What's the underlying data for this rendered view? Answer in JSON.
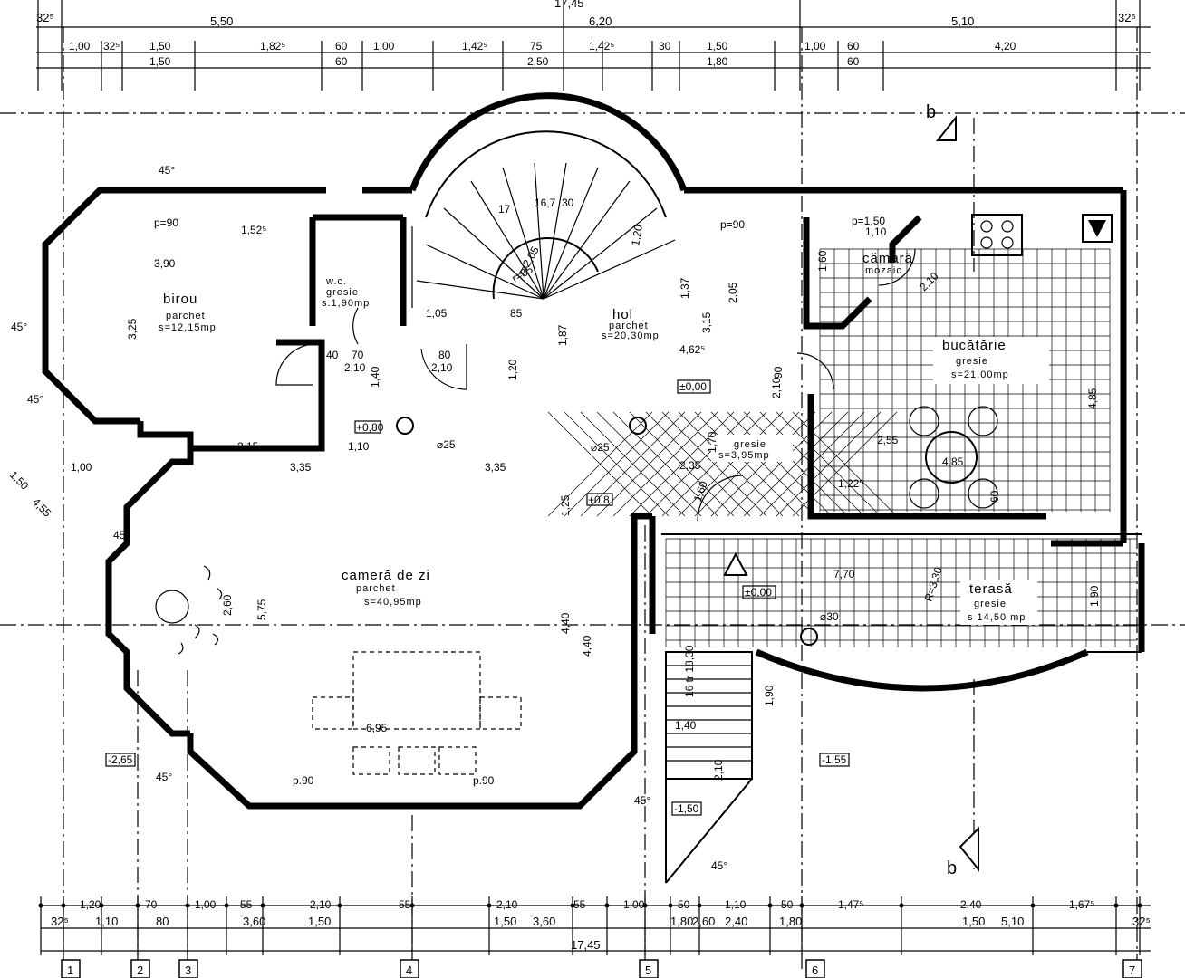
{
  "overall": {
    "top_total": "17,45",
    "bottom_total": "17,45"
  },
  "top_dims_row1": [
    "32⁵",
    "5,50",
    "6,20",
    "5,10",
    "32⁵"
  ],
  "top_dims_row2": [
    "1,00",
    "32⁵",
    "1,50",
    "1,82⁵",
    "60",
    "1,00",
    "1,42⁵",
    "75",
    "1,42⁵",
    "30",
    "1,50",
    "1,00",
    "60",
    "4,20"
  ],
  "top_dims_row3": [
    "1,50",
    "60",
    "2,50",
    "1,80",
    "60"
  ],
  "bottom_dims_row1": [
    "1,20",
    "70",
    "1,00",
    "55",
    "2,10",
    "55",
    "2,10",
    "55",
    "1,00",
    "50",
    "1,10",
    "50",
    "1,47⁵",
    "2,40",
    "1,67⁵"
  ],
  "bottom_dims_row2": [
    "32⁵",
    "1,10",
    "80",
    "3,60",
    "1,50",
    "1,50",
    "3,60",
    "1,80",
    "2,60",
    "2,40",
    "1,80",
    "1,50",
    "5,10",
    "32⁵"
  ],
  "axes": [
    "1",
    "2",
    "3",
    "4",
    "5",
    "6",
    "7"
  ],
  "section_marks": [
    "b",
    "b"
  ],
  "rooms": {
    "birou": {
      "name": "birou",
      "floor": "parchet",
      "area": "s=12,15mp"
    },
    "wc": {
      "name": "w.c.",
      "floor": "gresie",
      "area": "s.1,90mp"
    },
    "hol": {
      "name": "hol",
      "floor": "parchet",
      "area": "s=20,30mp"
    },
    "camara": {
      "name": "cămară",
      "floor": "mozaic"
    },
    "bucatarie": {
      "name": "bucătărie",
      "floor": "gresie",
      "area": "s=21,00mp"
    },
    "gresie_hol": {
      "floor": "gresie",
      "area": "s=3,95mp"
    },
    "camera_de_zi": {
      "name": "cameră de zi",
      "floor": "parchet",
      "area": "s=40,95mp"
    },
    "terasa": {
      "name": "terasă",
      "floor": "gresie",
      "area": "s 14,50 mp"
    }
  },
  "levels": {
    "l1": "±0,00",
    "l2": "+0,80",
    "l3": "+0,8",
    "l4": "±0,00",
    "l5": "-2,65",
    "l6": "-1,55",
    "l7": "-1,50"
  },
  "stair_labels": {
    "radius_outer": "r=2,05",
    "radius_inner": "r=85",
    "lower_steps": "16 tr 18,30",
    "heights": [
      "17",
      "30",
      "16,7",
      "1,20",
      "1,37"
    ]
  },
  "annotations": {
    "angle": "45°",
    "pillar1": "⌀25",
    "pillar2": "⌀25",
    "pillar3": "⌀30",
    "radius_terrace": "R=3,30",
    "living_width": "6,95",
    "living_height": "5,75",
    "living_h2": "4,40",
    "living_h3": "4,40",
    "living_left": "2,60",
    "living_w1": "3,35",
    "living_w2": "3,35",
    "terrace_w": "7,70",
    "terrace_h": "1,90",
    "kitchen_h": "4,85",
    "kitchen_w": "2,55",
    "table": "4,85",
    "hall_w": "4,62⁵",
    "hall_h": "3,15",
    "hall_h2": "2,05",
    "birou_w": "3,90",
    "birou_h": "3,25",
    "birou_w2": "1,52⁵",
    "p90": "p.90",
    "p90b": "p=90",
    "hol_w": "1,05",
    "hol_w2": "85",
    "hol_h": "1,87",
    "hol_h2": "1,20",
    "hol_w3": "2,10",
    "hol_w4": "2,10",
    "hol_h3": "1,40",
    "d80": "80",
    "d70": "70",
    "d40": "40",
    "d215": "2,15",
    "d110": "1,10",
    "d125": "1,25",
    "d235": "2,35",
    "d170": "1,70",
    "d160": "1,60",
    "d190": "1,90",
    "d100": "1,00",
    "d455": "4,55",
    "d150": "1,50",
    "d122": "1,22⁵",
    "d60": "60",
    "d210": "2,10",
    "d140": "1,40",
    "p150": "p=1,50",
    "camara_w": "1,10",
    "camara_h": "1,60",
    "d90": "90",
    "d270": "2,10"
  }
}
